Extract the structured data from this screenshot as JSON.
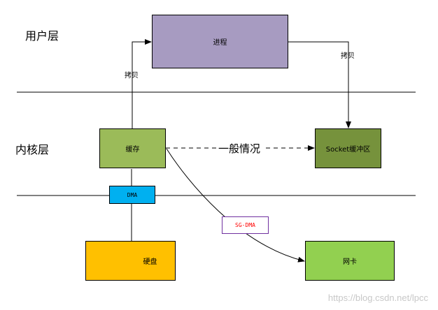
{
  "layers": {
    "user": "用户层",
    "kernel": "内核层"
  },
  "nodes": {
    "process": {
      "label": "进程",
      "color": "#a79bc1"
    },
    "cache": {
      "label": "缓存",
      "color": "#9bbb59"
    },
    "socket_buffer": {
      "label": "Socket缓冲区",
      "color": "#76923c"
    },
    "disk": {
      "label": "硬盘",
      "color": "#ffc000"
    },
    "nic": {
      "label": "网卡",
      "color": "#92d050"
    }
  },
  "edges": {
    "copy_up": "拷贝",
    "copy_down": "拷贝",
    "general_case": "一般情况",
    "dma": "DMA",
    "sg_dma": "SG-DMA"
  },
  "colors": {
    "dma_box": "#00b0f0"
  },
  "watermark": "https://blog.csdn.net/lpcc"
}
